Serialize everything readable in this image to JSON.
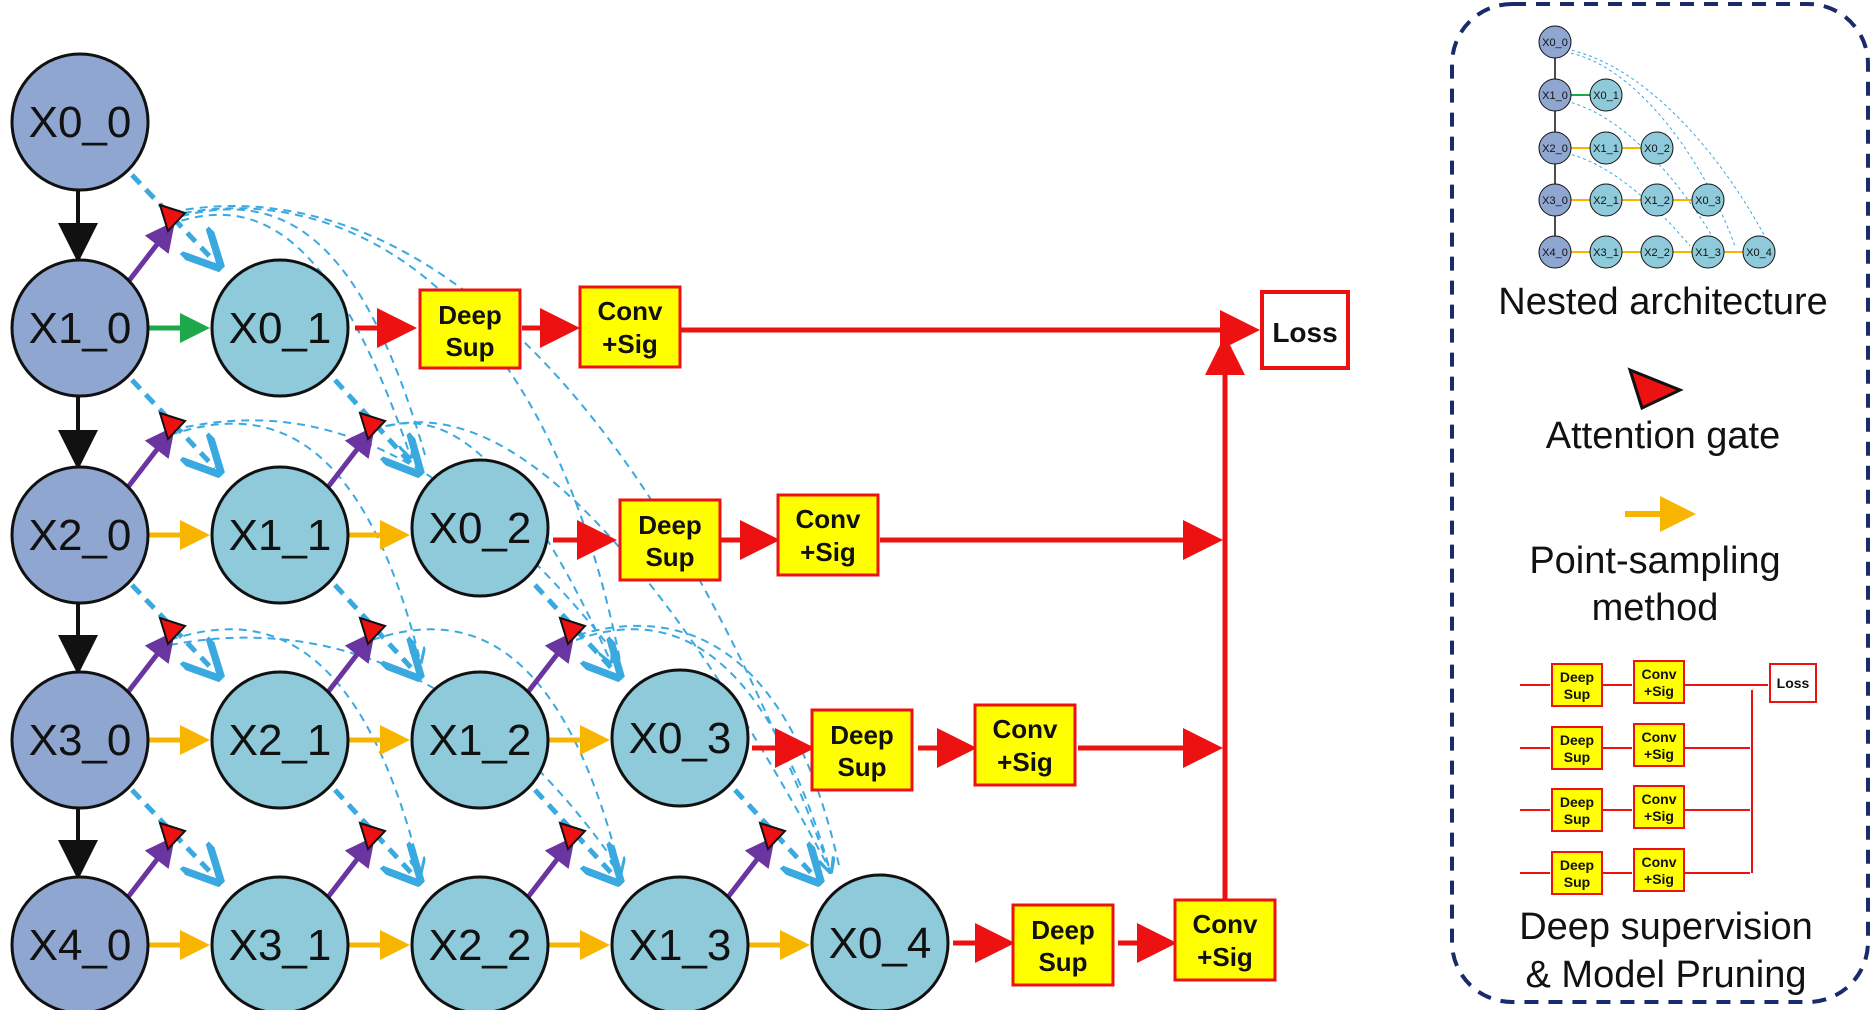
{
  "nodes": {
    "X0_0": "X0_0",
    "X1_0": "X1_0",
    "X2_0": "X2_0",
    "X3_0": "X3_0",
    "X4_0": "X4_0",
    "X0_1": "X0_1",
    "X1_1": "X1_1",
    "X2_1": "X2_1",
    "X3_1": "X3_1",
    "X0_2": "X0_2",
    "X1_2": "X1_2",
    "X2_2": "X2_2",
    "X0_3": "X0_3",
    "X1_3": "X1_3",
    "X0_4": "X0_4"
  },
  "blocks": {
    "deep_sup_line1": "Deep",
    "deep_sup_line2": "Sup",
    "conv_line1": "Conv",
    "conv_line2": "+Sig",
    "loss": "Loss"
  },
  "legend": {
    "nested": "Nested architecture",
    "attention": "Attention gate",
    "point_line1": "Point-sampling",
    "point_line2": "method",
    "deep_line1": "Deep supervision",
    "deep_line2": "& Model Pruning"
  },
  "colors": {
    "encoder_node": "#8fa7d0",
    "decoder_node": "#8ecad9",
    "skip_dashed": "#3aa9e0",
    "upsample": "#6a35a0",
    "point_sampling": "#f7b500",
    "first_up": "#1fa84a",
    "output_red": "#ee1111",
    "box_fill": "#ffff00",
    "legend_border": "#1a2b6b"
  }
}
